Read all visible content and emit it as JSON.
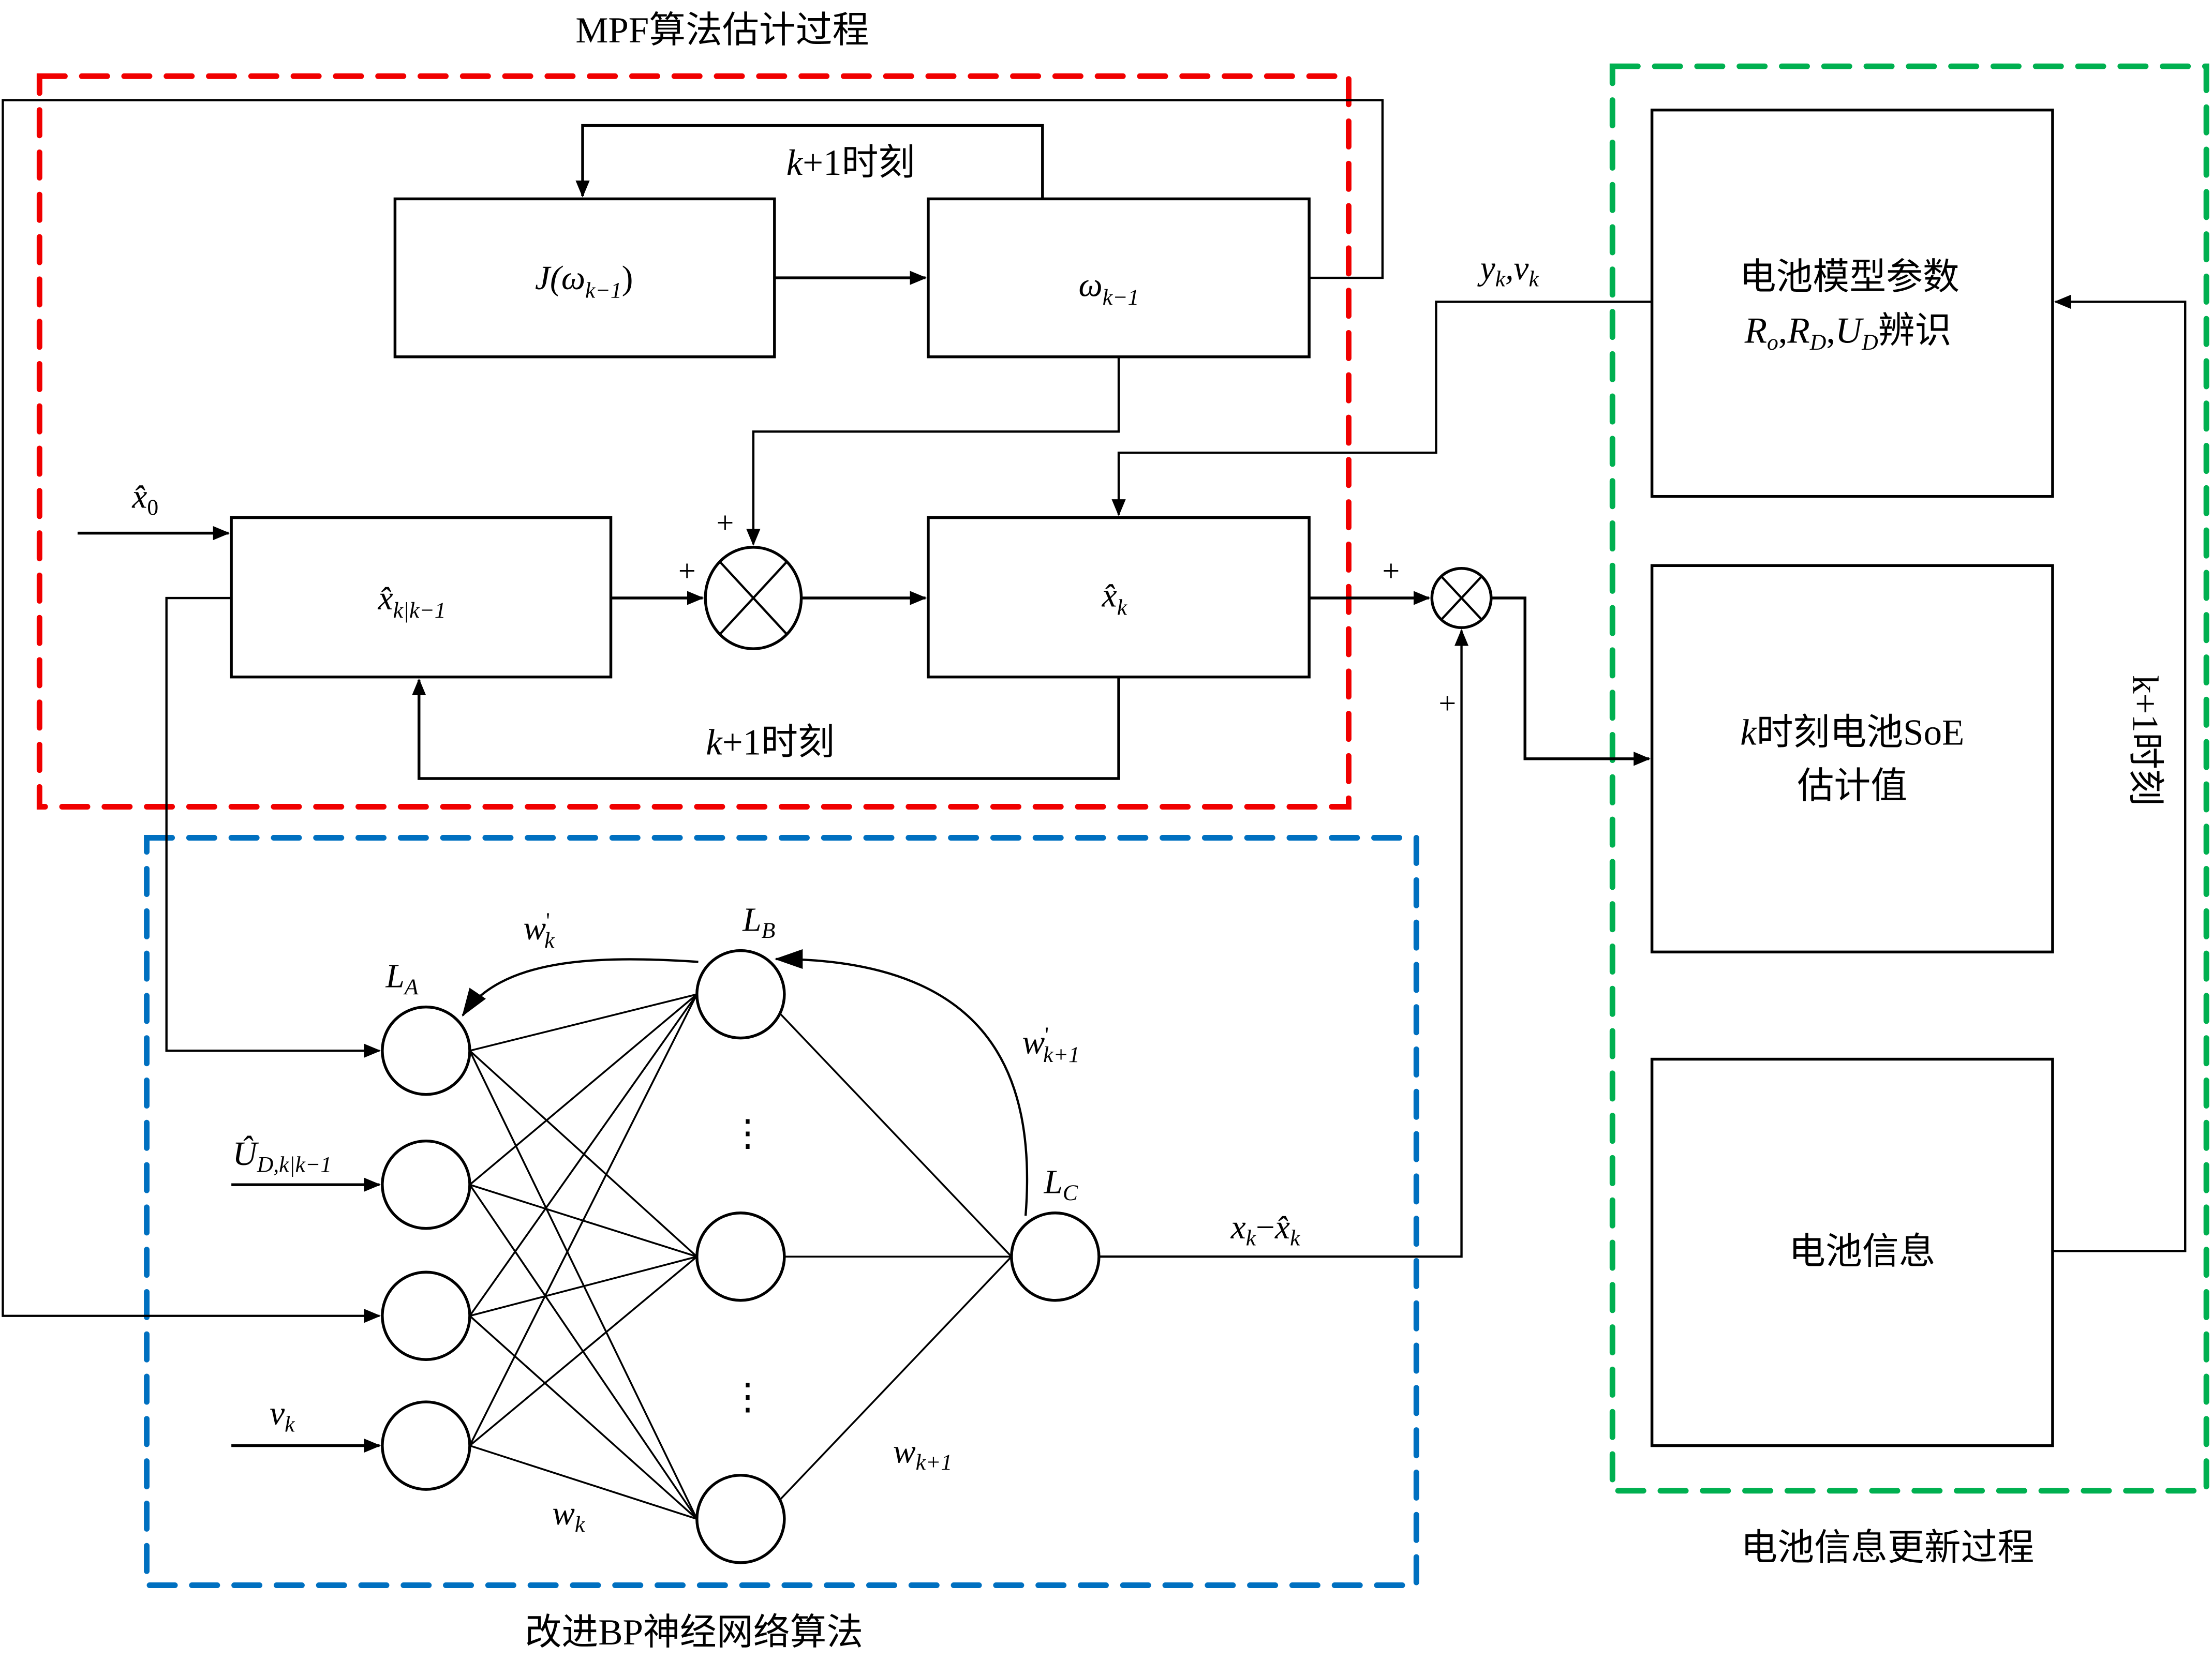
{
  "colors": {
    "mpf_group": "#f00000",
    "bp_group": "#0070c0",
    "battery_group": "#00b050",
    "line": "#000000",
    "background": "#ffffff"
  },
  "groups": {
    "mpf": {
      "title": "MPF算法估计过程"
    },
    "bp": {
      "title": "改进BP神经网络算法"
    },
    "battery": {
      "title": "电池信息更新过程"
    }
  },
  "mpf": {
    "j_block": {
      "fn": "J(",
      "omega": "ω",
      "sub": "k−1",
      "close": ")"
    },
    "omega_block": {
      "omega": "ω",
      "sub": "k−1"
    },
    "prior_block": {
      "var": "x̂",
      "sub": "k|k−1"
    },
    "post_block": {
      "var": "x̂",
      "sub": "k"
    },
    "top_loop_label": {
      "k": "k",
      "rest": "+1时刻"
    },
    "bottom_loop_label": {
      "k": "k",
      "rest": "+1时刻"
    },
    "initial_input": {
      "var": "x̂",
      "sub": "0"
    },
    "sum1_plus_top": "+",
    "sum1_plus_left": "+",
    "sum2_plus_left": "+",
    "sum2_plus_bottom": "+"
  },
  "signals": {
    "yk_vk": {
      "y": "y",
      "y_sub": "k",
      "sep": ",",
      "v": "v",
      "v_sub": "k"
    },
    "error": {
      "x": "x",
      "x_sub": "k",
      "minus": "−",
      "xhat": "x̂",
      "xhat_sub": "k"
    }
  },
  "bp": {
    "layer_a": {
      "L": "L",
      "sub": "A"
    },
    "layer_b": {
      "L": "L",
      "sub": "B"
    },
    "layer_c": {
      "L": "L",
      "sub": "C"
    },
    "input_ud": {
      "var": "Û",
      "sub": "D,k|k−1"
    },
    "input_vk": {
      "var": "v",
      "sub": "k"
    },
    "w_k_prime": {
      "w": "w",
      "prime": "'",
      "sub": "k"
    },
    "w_k1_prime": {
      "w": "w",
      "prime": "'",
      "sub": "k+1"
    },
    "w_k": {
      "w": "w",
      "sub": "k"
    },
    "w_k1": {
      "w": "w",
      "sub": "k+1"
    },
    "ellipsis": "⋮",
    "input_nodes": 4,
    "hidden_nodes": 3,
    "output_nodes": 1
  },
  "battery": {
    "param_block": {
      "line1": "电池模型参数",
      "r_o": "R",
      "r_o_sub": "o",
      "r_d": "R",
      "r_d_sub": "D",
      "u_d": "U",
      "u_d_sub": "D",
      "suffix": "辨识",
      "sep": ","
    },
    "soe_block": {
      "k": "k",
      "line1_rest": "时刻电池SoE",
      "line2": "估计值"
    },
    "info_block": {
      "label": "电池信息"
    },
    "feedback_label": "k+1时刻"
  }
}
